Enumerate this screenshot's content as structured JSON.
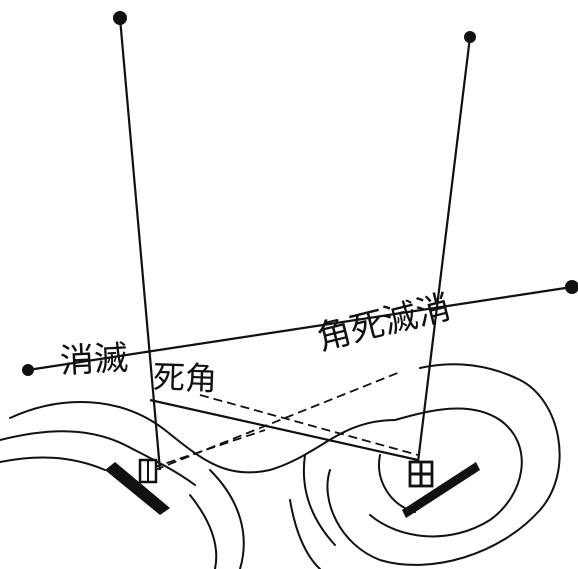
{
  "labels": {
    "left_part1": "消滅",
    "left_part2": "死角",
    "right": "角死滅消"
  },
  "colors": {
    "ink": "#111111",
    "background": "#ffffff"
  }
}
